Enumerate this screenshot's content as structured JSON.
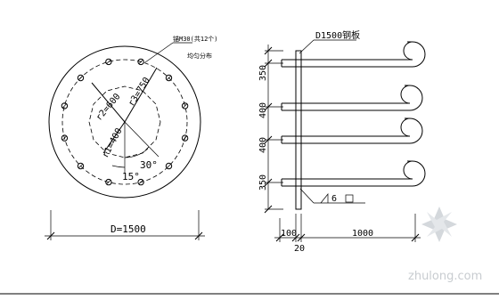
{
  "plan": {
    "bolt_label": "锚M30(共12个)",
    "bolt_sub": "均匀分布",
    "r1": "r1=400",
    "r2": "r2=600",
    "r3": "r3=750",
    "angle_large": "30°",
    "angle_small": "15°",
    "diameter": "D=1500",
    "bolt_count": 12
  },
  "section": {
    "plate_label": "D1500钢板",
    "dim_v": [
      "350",
      "400",
      "400",
      "350"
    ],
    "weld_label": "6",
    "dim_h": [
      "100",
      "1000"
    ],
    "dim_gap": "20"
  },
  "watermark": {
    "text": "zhulong.com"
  }
}
